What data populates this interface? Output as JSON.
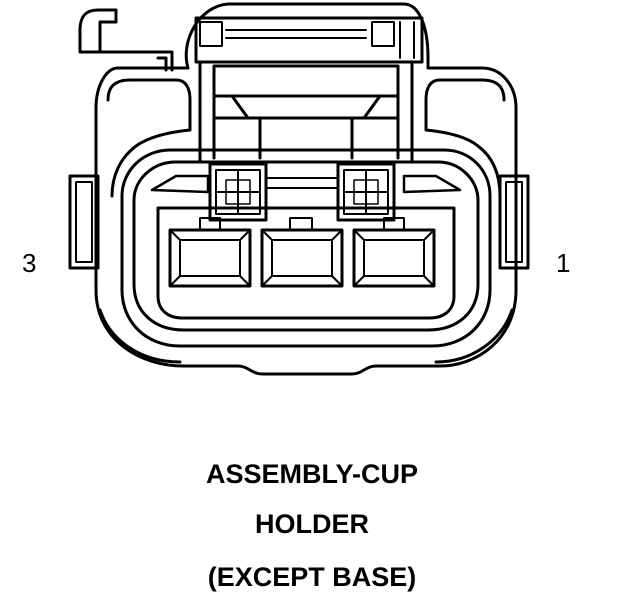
{
  "pins": {
    "left": "3",
    "right": "1"
  },
  "caption": {
    "line1": "ASSEMBLY-CUP",
    "line2": "HOLDER",
    "line3": "(EXCEPT BASE)"
  }
}
